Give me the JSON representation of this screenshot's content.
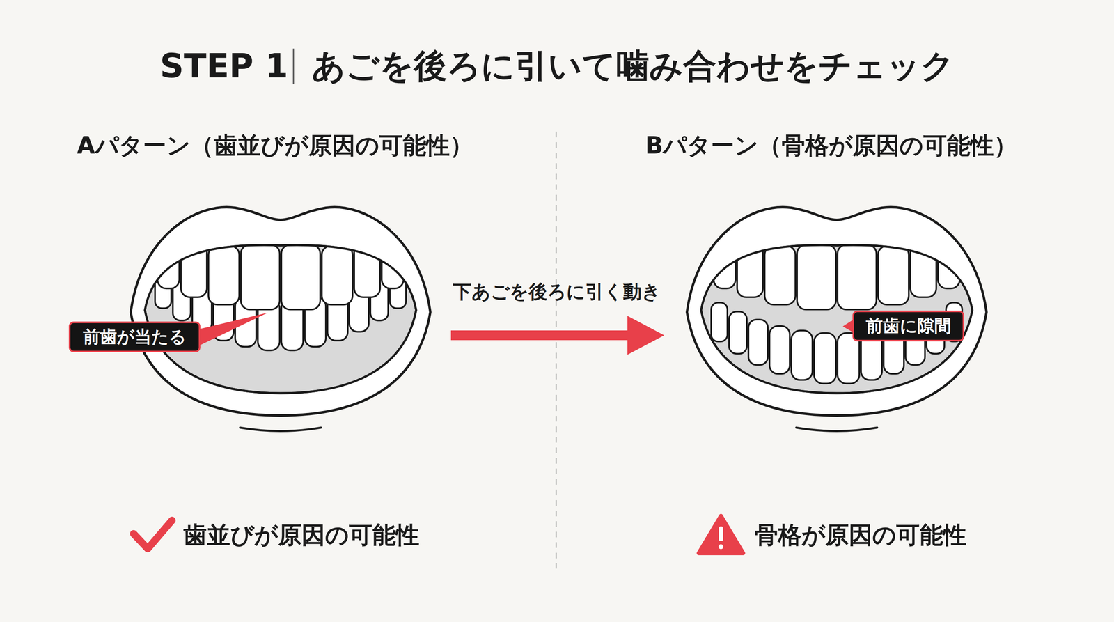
{
  "diagram": {
    "title": "あごを後ろに引いて噛み合わせをチェック",
    "nodes": [
      {
        "text": [
          "前歯が当たる"
        ]
      },
      {
        "text": [
          "前歯に隙間"
        ]
      }
    ],
    "labels": [
      "STEP 1",
      "Aパターン（歯並びが原因の可能性）",
      "Bパターン（骨格が原因の可能性）",
      "下あごを後ろに引く動き",
      "歯並びが原因の可能性",
      "骨格が原因の可能性"
    ]
  }
}
